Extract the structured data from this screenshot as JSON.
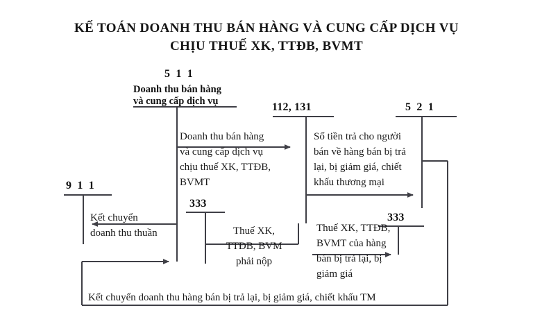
{
  "title": {
    "line1": "KẾ TOÁN DOANH THU BÁN HÀNG VÀ CUNG CẤP DỊCH VỤ",
    "line2": "CHỊU THUẾ XK, TTĐB, BVMT"
  },
  "accounts": {
    "a511": {
      "code": "5 1 1",
      "name_line1": "Doanh thu bán hàng",
      "name_line2": "và cung cấp dịch vụ"
    },
    "a112_131": {
      "code": "112, 131"
    },
    "a521": {
      "code": "5 2 1"
    },
    "a911": {
      "code": "9 1 1"
    },
    "a333_left": {
      "code": "333"
    },
    "a333_right": {
      "code": "333"
    }
  },
  "flows": {
    "revenue": {
      "l1": "Doanh thu bán hàng",
      "l2": "và cung cấp dịch vụ",
      "l3": "chịu thuế XK, TTĐB,",
      "l4": "BVMT"
    },
    "payment_to_seller": {
      "l1": "Số tiền trả cho người",
      "l2": "bán về  hàng bán bị trả",
      "l3": "lại, bị giảm giá, chiết",
      "l4": "khấu thương mại"
    },
    "transfer_net_revenue": {
      "l1": "Kết chuyển",
      "l2": "doanh thu thuần"
    },
    "tax_payable": {
      "l1": "Thuế XK,",
      "l2": "TTĐB, BVM",
      "l3": "phải nộp"
    },
    "tax_on_returns": {
      "l1": "Thuế XK, TTĐB,",
      "l2": "BVMT của hàng",
      "l3": "bán bị trả lại, bị",
      "l4": "giảm giá"
    },
    "transfer_returns": {
      "l1": "Kết chuyển doanh thu hàng bán bị trả lại, bị giảm giá, chiết khấu TM"
    }
  },
  "colors": {
    "line": "#3f3f46",
    "text": "#111111",
    "background": "#ffffff"
  }
}
